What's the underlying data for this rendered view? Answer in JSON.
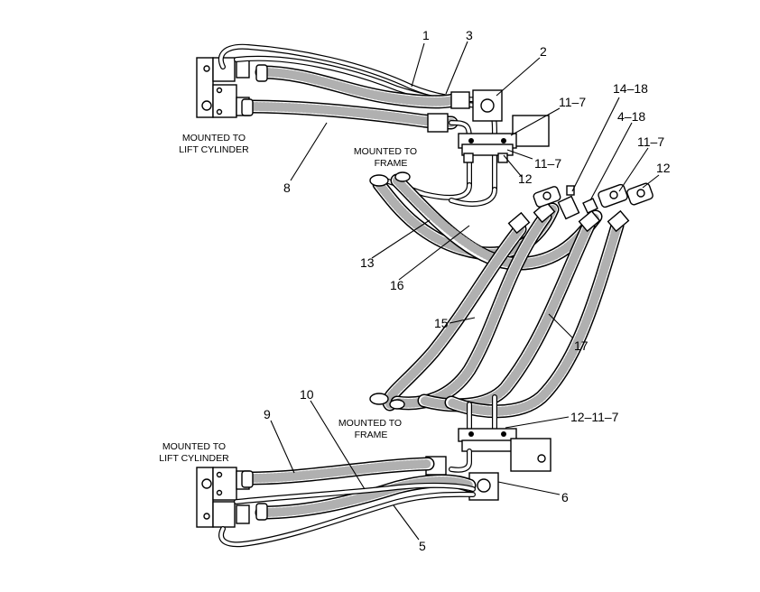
{
  "diagram": {
    "captions": {
      "top_left": [
        "MOUNTED TO",
        "LIFT CYLINDER"
      ],
      "top_center": [
        "MOUNTED TO",
        "FRAME"
      ],
      "bottom_center": [
        "MOUNTED TO",
        "FRAME"
      ],
      "bottom_left": [
        "MOUNTED TO",
        "LIFT CYLINDER"
      ]
    },
    "callouts": {
      "c1": "1",
      "c3": "3",
      "c2": "2",
      "c11_7_top": "11–7",
      "c14_18": "14–18",
      "c4_18": "4–18",
      "c11_7_right": "11–7",
      "c12_right": "12",
      "c11_7_mid": "11–7",
      "c12_mid": "12",
      "c8": "8",
      "c13": "13",
      "c16": "16",
      "c15": "15",
      "c17": "17",
      "c10": "10",
      "c9": "9",
      "c12_11_7": "12–11–7",
      "c6": "6",
      "c5": "5"
    }
  }
}
